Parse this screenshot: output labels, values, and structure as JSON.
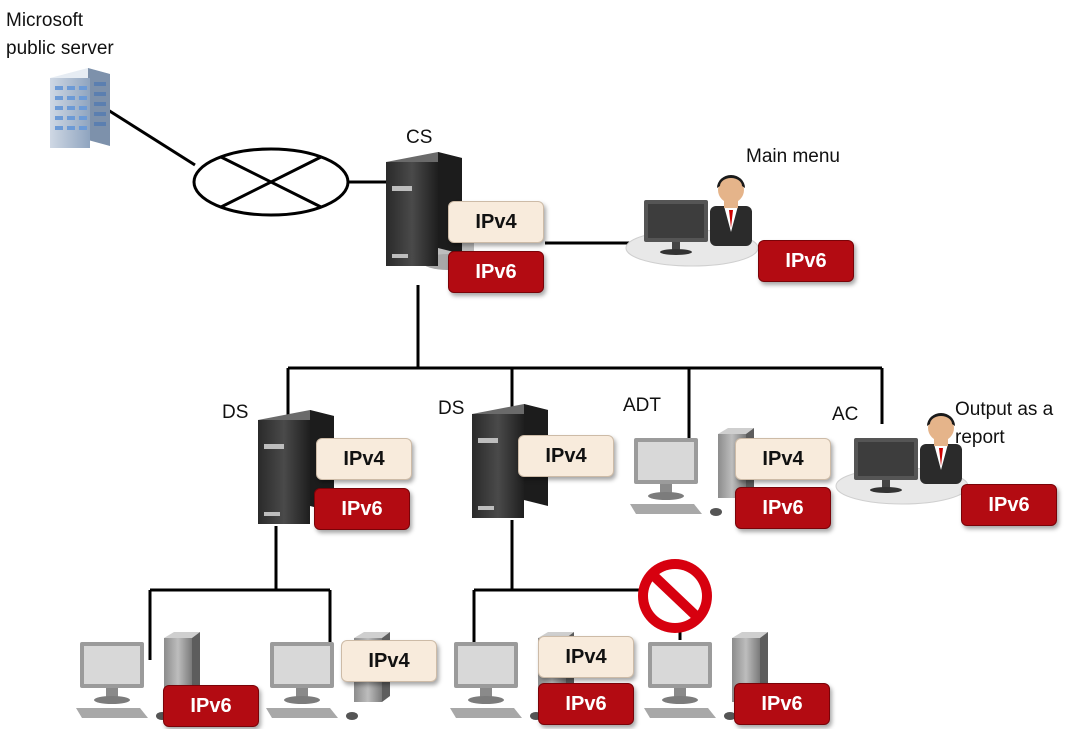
{
  "labels": {
    "microsoft_server_line1": "Microsoft",
    "microsoft_server_line2": "public server",
    "cs": "CS",
    "main_menu": "Main menu",
    "ds_left": "DS",
    "ds_mid": "DS",
    "adt": "ADT",
    "ac": "AC",
    "output_line1": "Output as a",
    "output_line2": "report"
  },
  "badges": {
    "ipv4": "IPv4",
    "ipv6": "IPv6"
  },
  "colors": {
    "ipv4_fill": "#f8ebdc",
    "ipv6_fill": "#b30b12",
    "line": "#000000",
    "blocked": "#d7000f"
  },
  "icons": [
    "building-server-icon",
    "network-cloud-icon",
    "server-tower-icon",
    "desktop-pc-icon",
    "user-workstation-icon",
    "no-entry-icon"
  ]
}
